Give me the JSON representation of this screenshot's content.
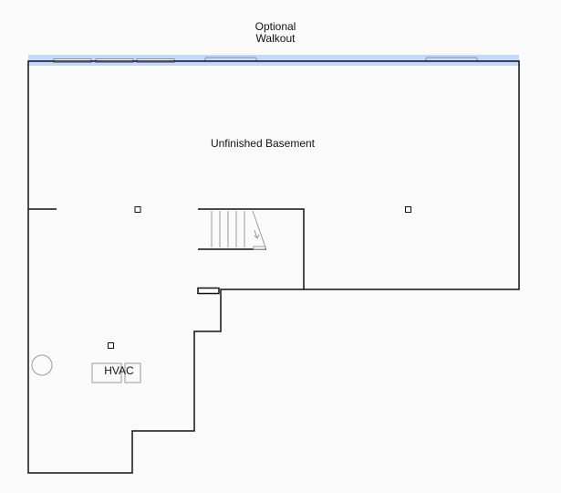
{
  "plan": {
    "walkout_label": [
      "Optional",
      "Walkout"
    ],
    "room_label": "Unfinished Basement",
    "hvac_label": "HVAC"
  },
  "colors": {
    "background": "#fafafa",
    "wall": "#111111",
    "window_band": "#c3d7ff",
    "fixture_outline": "#9b9b9b"
  }
}
